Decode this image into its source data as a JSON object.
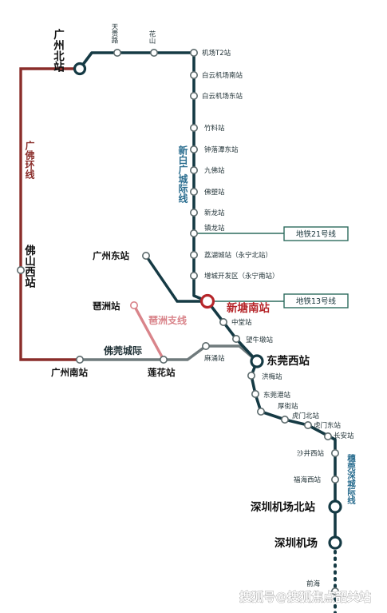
{
  "colors": {
    "main_line": "#153a44",
    "loop_line": "#8a2d2a",
    "pink_branch": "#d9848a",
    "gray_link": "#6f7a7c",
    "hub_red": "#b6262a",
    "connector_green": "#2d6b5e",
    "vertical_label_blue": "#2a6d8f",
    "vertical_label_red": "#8a2d2a"
  },
  "stations": {
    "guangzhou_north": "广州北站",
    "tiangui_road": "天贵路",
    "huashan": "花山",
    "airport_t2": "机场T2站",
    "baiyun_airport_south": "白云机场南站",
    "baiyun_airport_east": "白云机场东站",
    "zhuliao": "竹料站",
    "zhongluotan_east": "钟落潭东站",
    "jiufo": "九佛站",
    "fosu": "佛塑站",
    "xinlong": "新龙站",
    "zhenlong": "镇龙站",
    "lihu_city": "荔湖城站（永宁北站）",
    "zengcheng_dev": "增城开发区（永宁南站）",
    "xintang_south": "新塘南站",
    "zhongtang": "中堂站",
    "wangniudun": "望牛墩站",
    "dongguan_west": "东莞西站",
    "hongmei": "洪梅站",
    "dongguan_port_north": "东莞港站",
    "houjie": "厚街站",
    "humen_north": "虎门北站",
    "humen_east": "虎门东站",
    "chang_an": "长安站",
    "shajing_west": "沙井西站",
    "fuhai_west": "福海西站",
    "shenzhen_airport_north": "深圳机场北站",
    "shenzhen_airport": "深圳机场",
    "qianhai": "前海",
    "guangzhou_east": "广州东站",
    "pazhou": "琶洲站",
    "lianhua": "莲花站",
    "machong": "麻涌站",
    "guangzhou_south": "广州南站",
    "foshan_west": "佛山西站"
  },
  "lines": {
    "xinbai_guangcheng": "新白广城际线",
    "guangfo_loop": "广佛环线",
    "pazhou_branch": "琶洲支线",
    "foguan": "佛莞城际",
    "suiguan_shen": "穗莞深城际线"
  },
  "connectors": {
    "metro_21": "地铁21号线",
    "metro_13": "地铁13号线"
  },
  "watermark": "搜狐号@搜狐焦点韶关站"
}
